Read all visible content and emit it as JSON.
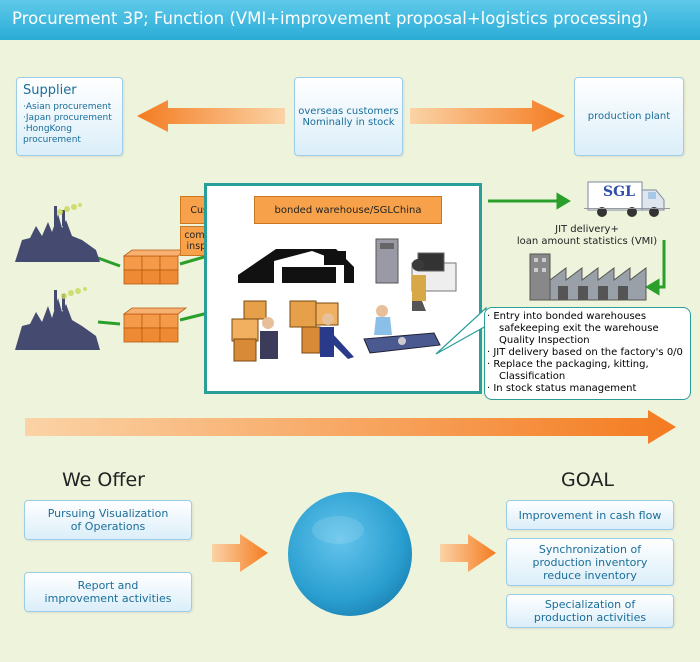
{
  "header": {
    "title": "Procurement 3P; Function (VMI+improvement proposal+logistics processing)"
  },
  "supplier": {
    "title": "Supplier",
    "items": [
      "·Asian procurement",
      "·Japan procurement",
      "·HongKong procurement"
    ]
  },
  "overseas": {
    "line1": "overseas customers",
    "line2": "Nominally in stock"
  },
  "plant": {
    "label": "production plant"
  },
  "customs": {
    "label": "Customs"
  },
  "inspection": {
    "label": "commodity inspection"
  },
  "bonded": {
    "label": "bonded warehouse/SGLChina"
  },
  "truck": {
    "logo": "SGL",
    "caption_line1": "JIT delivery+",
    "caption_line2": "loan amount statistics (VMI)"
  },
  "callout": {
    "l1": "· Entry into bonded warehouses",
    "l2": "safekeeping exit the warehouse",
    "l3": "Quality Inspection",
    "l4": "· JIT delivery based on the factory's 0/0",
    "l5": "· Replace the packaging, kitting,",
    "l6": "Classification",
    "l7": "· In stock status management"
  },
  "offer": {
    "title": "We Offer",
    "items": [
      "Pursuing Visualization of Operations",
      "Report and improvement activities"
    ]
  },
  "goal": {
    "title": "GOAL",
    "items": [
      "Improvement in cash flow",
      "Synchronization of production inventory reduce inventory",
      "Specialization of production activities"
    ]
  },
  "colors": {
    "header": "#29acd6",
    "orange": "#f47b20",
    "green": "#2aa02a",
    "teal": "#2a9e9a",
    "panel_text": "#1a6e9a",
    "globe": "#2a9fd0"
  }
}
